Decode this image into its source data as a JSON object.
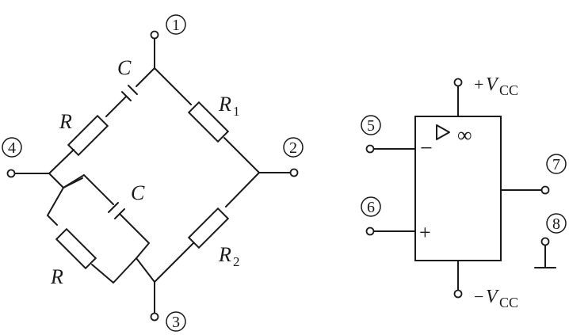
{
  "terminals": {
    "t1": "1",
    "t2": "2",
    "t3": "3",
    "t4": "4",
    "t5": "5",
    "t6": "6",
    "t7": "7",
    "t8": "8"
  },
  "components": {
    "capacitor_top": "C",
    "resistor_top_left": "R",
    "resistor_r1": "R",
    "resistor_r1_sub": "1",
    "capacitor_inner": "C",
    "resistor_bottom_left": "R",
    "resistor_r2": "R",
    "resistor_r2_sub": "2"
  },
  "opamp": {
    "inverting_symbol": "−",
    "noninverting_symbol": "+",
    "triangle_symbol": "▷",
    "gain_symbol": "∞",
    "vcc_pos_sign": "+",
    "vcc_neg_sign": "−",
    "v_letter": "V",
    "cc_sub": "CC"
  }
}
